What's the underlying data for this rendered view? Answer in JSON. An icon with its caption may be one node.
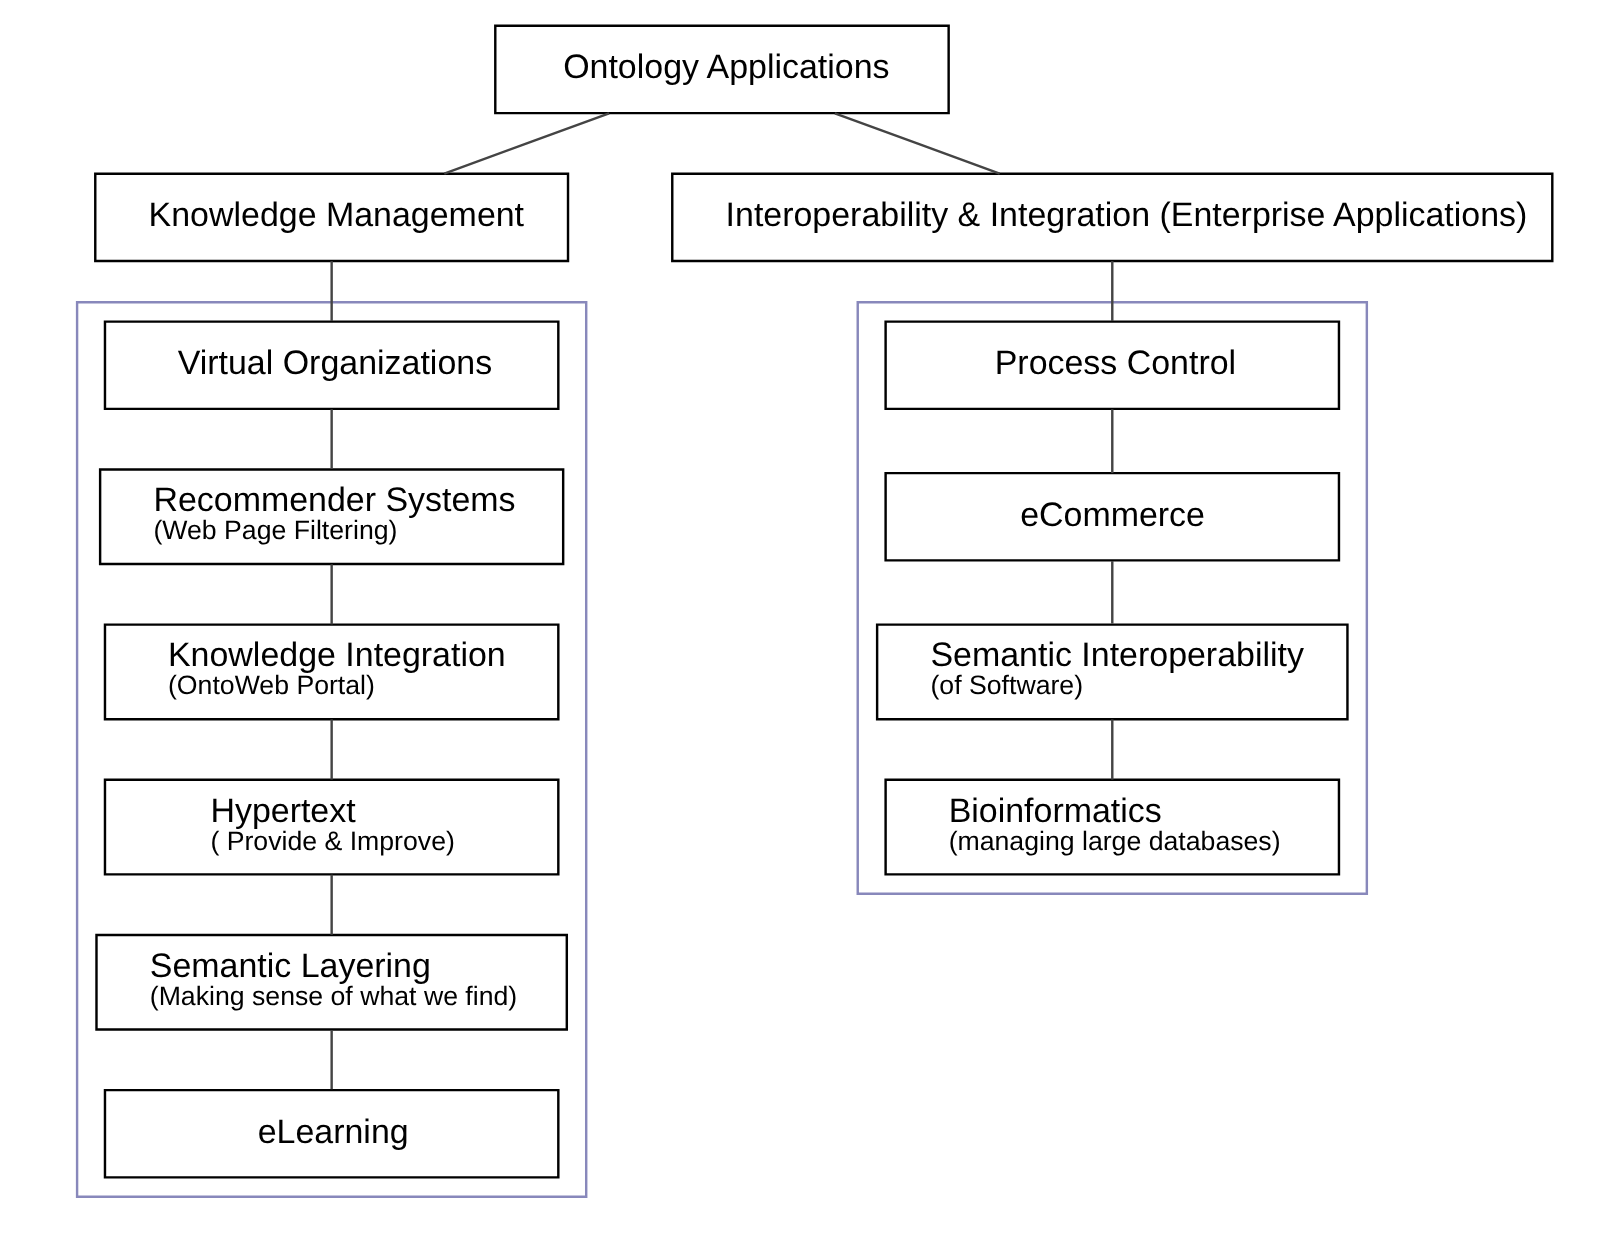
{
  "diagram": {
    "nodes": [
      {
        "text": [
          "Ontology Applications"
        ]
      },
      {
        "text": [
          "Knowledge Management"
        ]
      },
      {
        "text": [
          "Interoperability & Integration (Enterprise Applications)"
        ]
      },
      {
        "text": [],
        "shape": "box"
      },
      {
        "text": [
          "Virtual Organizations"
        ],
        "in": 3
      },
      {
        "text": [
          "Recommender Systems",
          "(Web Page Filtering)"
        ],
        "in": 3
      },
      {
        "text": [
          "Knowledge Integration",
          "(OntoWeb Portal)"
        ],
        "in": 3
      },
      {
        "text": [
          "Hypertext",
          "( Provide & Improve)"
        ],
        "in": 3
      },
      {
        "text": [
          "Semantic Layering",
          "(Making sense of what we find)"
        ],
        "in": 3
      },
      {
        "text": [
          "eLearning"
        ],
        "in": 3
      },
      {
        "text": [],
        "shape": "box"
      },
      {
        "text": [
          "Process Control"
        ],
        "in": 10
      },
      {
        "text": [
          "eCommerce"
        ],
        "in": 10
      },
      {
        "text": [
          "Semantic Interoperability",
          "(of Software)"
        ],
        "in": 10
      },
      {
        "text": [
          "Bioinformatics",
          "(managing large databases)"
        ],
        "in": 10
      }
    ],
    "edges": [
      {
        "from": 0,
        "to": 1,
        "arrow": "none"
      },
      {
        "from": 0,
        "to": 2,
        "arrow": "none"
      },
      {
        "from": 1,
        "to": 4,
        "arrow": "none"
      },
      {
        "from": 4,
        "to": 5,
        "arrow": "none"
      },
      {
        "from": 5,
        "to": 6,
        "arrow": "none"
      },
      {
        "from": 6,
        "to": 7,
        "arrow": "none"
      },
      {
        "from": 7,
        "to": 8,
        "arrow": "none"
      },
      {
        "from": 8,
        "to": 9,
        "arrow": "none"
      },
      {
        "from": 2,
        "to": 11,
        "arrow": "none"
      },
      {
        "from": 11,
        "to": 12,
        "arrow": "none"
      },
      {
        "from": 12,
        "to": 13,
        "arrow": "none"
      },
      {
        "from": 13,
        "to": 14,
        "arrow": "none"
      }
    ]
  }
}
